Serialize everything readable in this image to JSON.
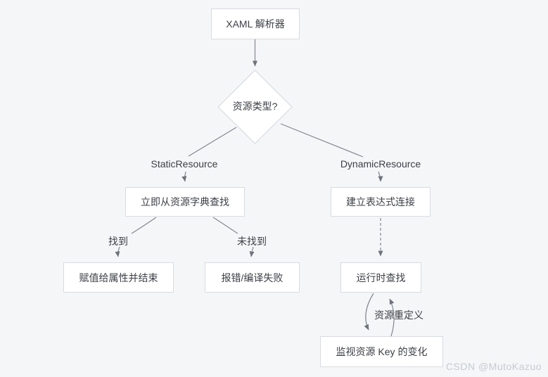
{
  "diagram": {
    "title_node": "XAML 解析器",
    "nodes": {
      "parser": "XAML 解析器",
      "decision": "资源类型?",
      "immediate_lookup": "立即从资源字典查找",
      "expression_connect": "建立表达式连接",
      "assign_end": "赋值给属性并结束",
      "error_fail": "报错/编译失败",
      "runtime_lookup": "运行时查找",
      "monitor_key": "监视资源 Key 的变化"
    },
    "edge_labels": {
      "static_branch": "StaticResource",
      "dynamic_branch": "DynamicResource",
      "found": "找到",
      "not_found": "未找到",
      "redefine": "资源重定义"
    },
    "colors": {
      "background": "#f5f6f8",
      "node_fill": "#ffffff",
      "node_border": "#d8dbe0",
      "text": "#3c3f45",
      "connector": "#83888f",
      "arrowhead": "#6e737a",
      "watermark": "#c6cad1"
    }
  },
  "watermark": "CSDN @MutoKazuo"
}
